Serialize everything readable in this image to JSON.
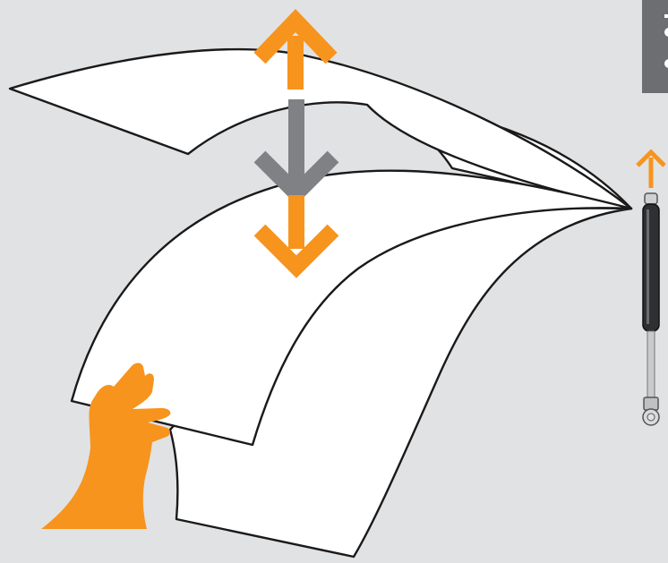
{
  "colors": {
    "background": "#e1e2e4",
    "accent_orange": "#f7941d",
    "neutral_gray": "#808184",
    "sheet_fill": "#ffffff",
    "outline": "#1a1a1a",
    "panel_dark": "#6d6e71"
  },
  "icons": {
    "up_arrow": "arrow-up-icon",
    "down_arrow_gray": "arrow-down-icon",
    "down_arrow_orange": "arrow-down-icon",
    "strut_up_arrow": "arrow-up-icon",
    "hand": "hand-icon",
    "gas_strut": "gas-spring-icon"
  },
  "diagram": {
    "sheet_count": 3,
    "movements": [
      "up",
      "down",
      "down"
    ]
  }
}
